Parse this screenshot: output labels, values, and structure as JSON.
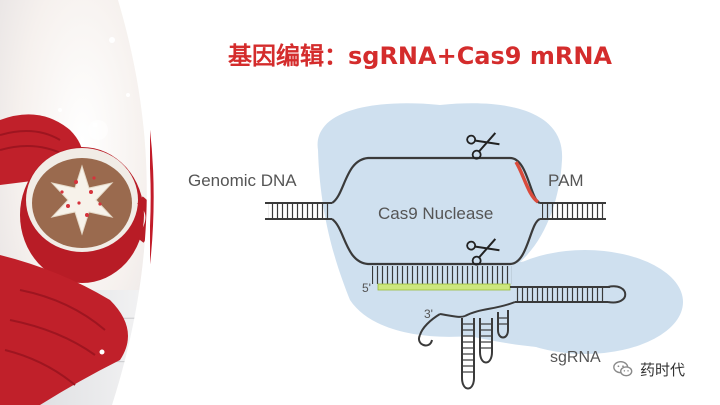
{
  "slide": {
    "title": "基因编辑：sgRNA+Cas9 mRNA"
  },
  "diagram": {
    "genomic_dna_label": "Genomic DNA",
    "pam_label": "PAM",
    "nuclease_label": "Cas9 Nuclease",
    "five_prime_label": "5'",
    "three_prime_label": "3'",
    "sgrna_label": "sgRNA"
  },
  "watermark": {
    "text": "药时代"
  },
  "colors": {
    "title": "#d42c2c",
    "cas9_blob": "#cfe0ef",
    "pam": "#d94b3c",
    "guide_strand": "#cde77d",
    "strand": "#3a3a3a"
  },
  "icons": {
    "cut_site": "scissors-icon",
    "watermark": "wechat-logo-icon"
  }
}
